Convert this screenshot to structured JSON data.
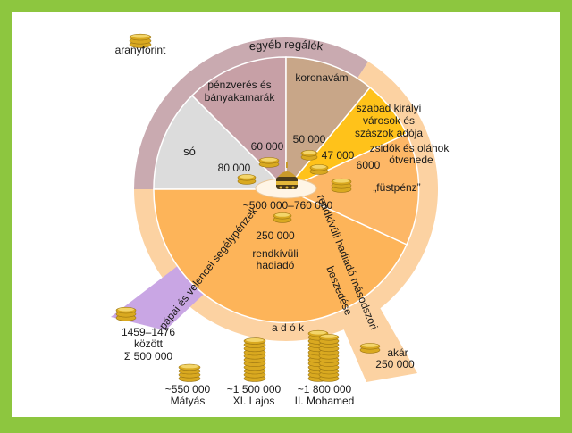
{
  "colors": {
    "frame": "#8dc63f",
    "panel": "#ffffff",
    "outer_regale": "#c9aab0",
    "outer_adok": "#fcd2a2",
    "so": "#dcdcdc",
    "penzveres": "#c7a0a6",
    "koronavam": "#c8a688",
    "szabad_kiralyi": "#ffc21a",
    "fustpenz": "#fdb766",
    "rendkivuli": "#fdb459",
    "papai": "#c9a6e4",
    "coin": "#d9a920",
    "coin_light": "#f3d56a"
  },
  "legend": {
    "label": "aranyforint"
  },
  "labels": {
    "egyeb_regalek": "egyéb regálék",
    "adok": "a d ó k",
    "so": "só",
    "so_value": "80 000",
    "penzveres_line1": "pénzverés és",
    "penzveres_line2": "bányakamarák",
    "penzveres_value": "60 000",
    "koronavam": "koronavám",
    "koronavam_value": "50 000",
    "szabad_line1": "szabad királyi",
    "szabad_line2": "városok és",
    "szabad_line3": "szászok adója",
    "szabad_value": "47 000",
    "zsidok_line1": "zsidók és oláhok",
    "zsidok_line2": "ötvenede",
    "zsidok_value": "6000",
    "fustpenz": "„füstpénz”",
    "center_value": "~500 000–760 000",
    "rendkivuli_value": "250 000",
    "rendkivuli_line1": "rendkívüli",
    "rendkivuli_line2": "hadiadó",
    "papai": "pápai és velencei segélypénzek",
    "masodszori_line1": "rendkívüli hadiadó másodszori",
    "masodszori_line2": "beszedése",
    "papai_value_line1": "1459–1476",
    "papai_value_line2": "között",
    "papai_value_line3": "Σ 500 000",
    "akar_line1": "akár",
    "akar_line2": "250 000",
    "matyas_value": "~550 000",
    "matyas_name": "Mátyás",
    "lajos_value": "~1 500 000",
    "lajos_name": "XI. Lajos",
    "mohamed_value": "~1 800 000",
    "mohamed_name": "II. Mohamed"
  }
}
